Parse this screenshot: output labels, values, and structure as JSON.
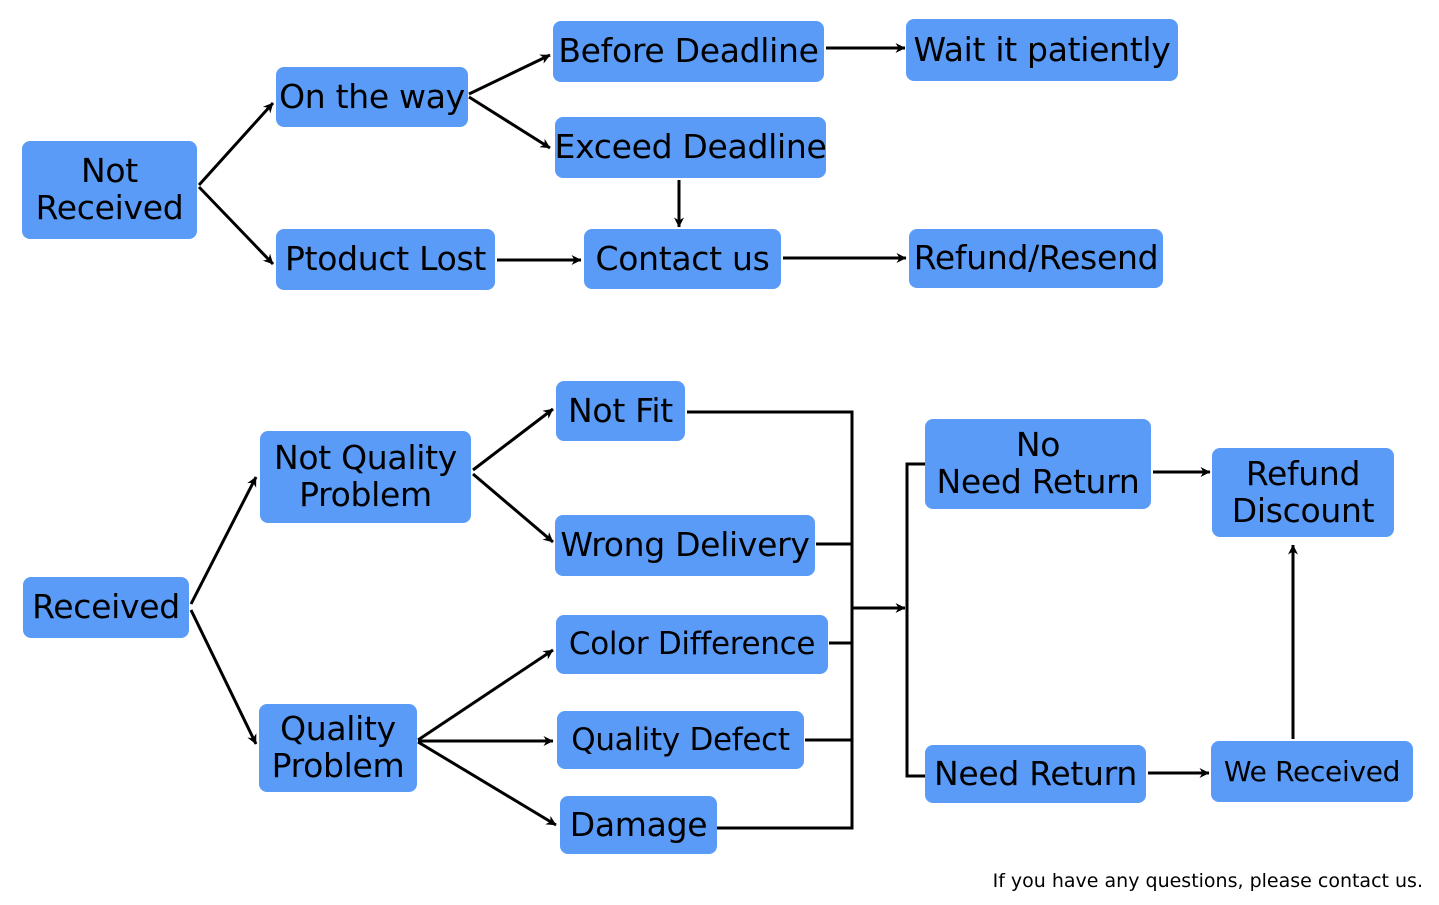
{
  "colors": {
    "node_fill": "#5b9bf8",
    "text": "#000000",
    "connector": "#000000"
  },
  "top": {
    "not_received": [
      "Not",
      "Received"
    ],
    "on_the_way": "On the way",
    "product_lost": "Ptoduct Lost",
    "before_deadline": "Before Deadline",
    "exceed_deadline": "Exceed Deadline",
    "wait_patiently": "Wait it patiently",
    "contact_us": "Contact us",
    "refund_resend": "Refund/Resend"
  },
  "bottom": {
    "received": "Received",
    "not_quality_problem": [
      "Not Quality",
      "Problem"
    ],
    "quality_problem": [
      "Quality",
      "Problem"
    ],
    "not_fit": "Not Fit",
    "wrong_delivery": "Wrong Delivery",
    "color_difference": "Color Difference",
    "quality_defect": "Quality Defect",
    "damage": "Damage",
    "no_need_return": [
      "No",
      "Need Return"
    ],
    "need_return": "Need Return",
    "refund_discount": [
      "Refund",
      "Discount"
    ],
    "we_received": "We Received"
  },
  "footer_note": "If you have any questions, please contact us."
}
